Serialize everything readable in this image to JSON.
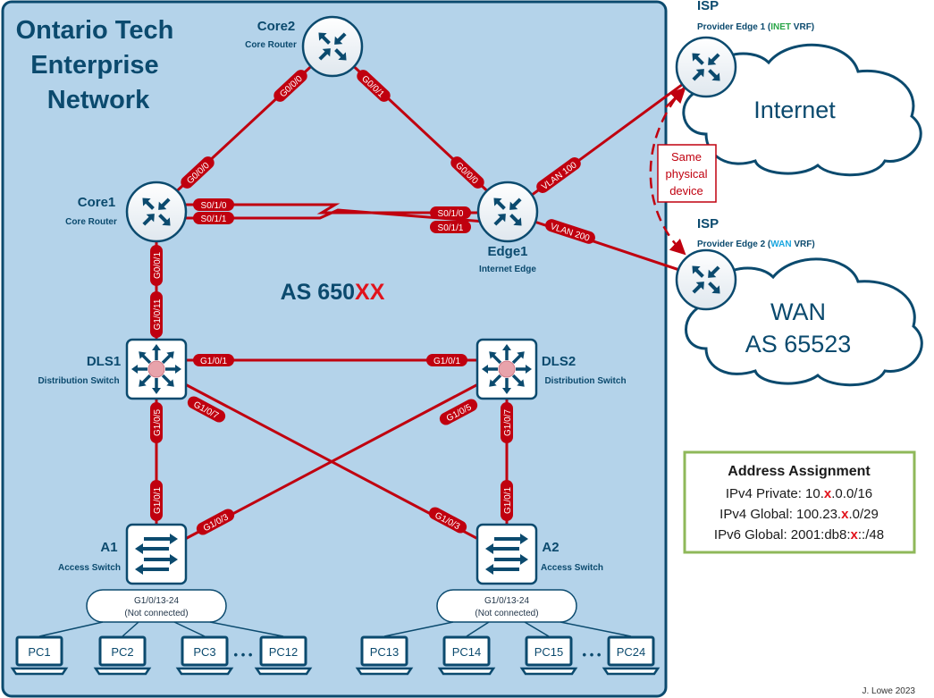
{
  "title_lines": [
    "Ontario Tech",
    "Enterprise",
    "Network"
  ],
  "as_label": {
    "prefix": "AS 650",
    "suffix": "XX"
  },
  "devices": {
    "core2": {
      "name": "Core2",
      "role": "Core Router"
    },
    "core1": {
      "name": "Core1",
      "role": "Core Router"
    },
    "edge1": {
      "name": "Edge1",
      "role": "Internet Edge"
    },
    "dls1": {
      "name": "DLS1",
      "role": "Distribution Switch"
    },
    "dls2": {
      "name": "DLS2",
      "role": "Distribution Switch"
    },
    "a1": {
      "name": "A1",
      "role": "Access Switch"
    },
    "a2": {
      "name": "A2",
      "role": "Access Switch"
    }
  },
  "ports": {
    "core2_g000": "G0/0/0",
    "core2_g001": "G0/0/1",
    "core1_g000": "G0/0/0",
    "edge1_g000": "G0/0/0",
    "core1_s010": "S0/1/0",
    "core1_s011": "S0/1/1",
    "edge1_s010": "S0/1/0",
    "edge1_s011": "S0/1/1",
    "edge1_vlan100": "VLAN 100",
    "edge1_vlan200": "VLAN 200",
    "core1_g001": "G0/0/1",
    "dls1_g1011": "G1/0/11",
    "dls1_g101": "G1/0/1",
    "dls2_g101": "G1/0/1",
    "dls1_g105": "G1/0/5",
    "dls1_g107": "G1/0/7",
    "dls2_g105": "G1/0/5",
    "dls2_g107": "G1/0/7",
    "a1_g101": "G1/0/1",
    "a1_g103": "G1/0/3",
    "a2_g103": "G1/0/3",
    "a2_g101": "G1/0/1"
  },
  "port_groups": {
    "a1": {
      "range": "G1/0/13-24",
      "note": "(Not connected)"
    },
    "a2": {
      "range": "G1/0/13-24",
      "note": "(Not connected)"
    }
  },
  "pcs": [
    "PC1",
    "PC2",
    "PC3",
    "PC12",
    "PC13",
    "PC14",
    "PC15",
    "PC24"
  ],
  "ellipsis": "• • •",
  "isp1": {
    "isp": "ISP",
    "label_prefix": "Provider Edge 1 (",
    "vrf": "INET",
    "label_suffix": " VRF)"
  },
  "isp2": {
    "isp": "ISP",
    "label_prefix": "Provider Edge 2 (",
    "vrf": "WAN",
    "label_suffix": " VRF)"
  },
  "internet_cloud": "Internet",
  "wan_cloud": {
    "line1": "WAN",
    "line2": "AS 65523"
  },
  "same_device_note": [
    "Same",
    "physical",
    "device"
  ],
  "address": {
    "title": "Address Assignment",
    "lines": [
      {
        "pre": "IPv4 Private: 10.",
        "x": "x",
        "post": ".0.0/16"
      },
      {
        "pre": "IPv4 Global: 100.23.",
        "x": "x",
        "post": ".0/29"
      },
      {
        "pre": "IPv6 Global: 2001:db8:",
        "x": "x",
        "post": "::/48"
      }
    ]
  },
  "author": "J. Lowe 2023",
  "colors": {
    "panel": "#b4d3ea",
    "panel_border": "#0b4a6e",
    "link": "#c0000f",
    "accent_red": "#e1131c",
    "inet": "#2aa548",
    "wan": "#1aa6df",
    "addr_border": "#8fb85a"
  }
}
